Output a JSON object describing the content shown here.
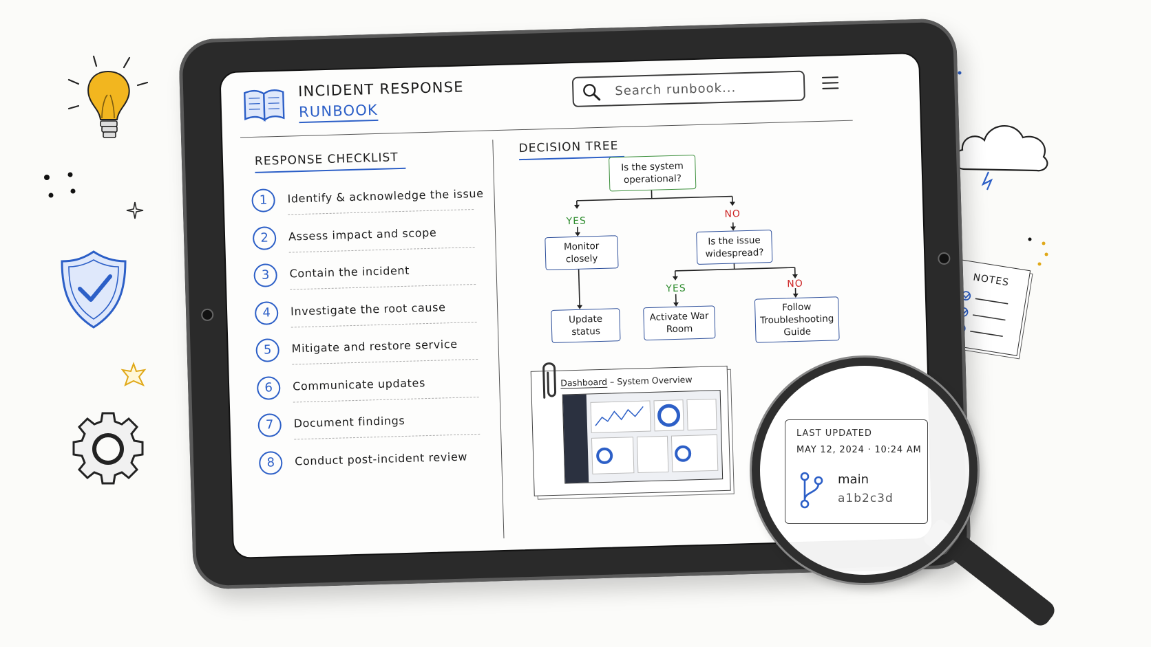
{
  "header": {
    "title_line1": "INCIDENT RESPONSE",
    "title_line2": "RUNBOOK",
    "search_placeholder": "Search runbook..."
  },
  "checklist": {
    "title": "RESPONSE CHECKLIST",
    "items": [
      {
        "num": "1",
        "label": "Identify & acknowledge the issue"
      },
      {
        "num": "2",
        "label": "Assess impact and scope"
      },
      {
        "num": "3",
        "label": "Contain the incident"
      },
      {
        "num": "4",
        "label": "Investigate the root cause"
      },
      {
        "num": "5",
        "label": "Mitigate and restore service"
      },
      {
        "num": "6",
        "label": "Communicate updates"
      },
      {
        "num": "7",
        "label": "Document findings"
      },
      {
        "num": "8",
        "label": "Conduct post-incident review"
      }
    ]
  },
  "decision_tree": {
    "title": "DECISION TREE",
    "root": "Is the system operational?",
    "yes_label": "YES",
    "no_label": "NO",
    "monitor": "Monitor closely",
    "update": "Update status",
    "widespread": "Is the issue widespread?",
    "yes2_label": "YES",
    "no2_label": "NO",
    "war_room": "Activate War Room",
    "follow_guide": "Follow Troubleshooting Guide"
  },
  "dashboard": {
    "title_link": "Dashboard",
    "title_rest": " – System Overview"
  },
  "notes": {
    "title": "NOTES"
  },
  "info": {
    "last_updated_label": "LAST UPDATED",
    "last_updated_value": "MAY 12, 2024  ·  10:24 AM",
    "branch": "main",
    "commit": "a1b2c3d"
  },
  "colors": {
    "accent_blue": "#2c5fc7",
    "yes_green": "#2e8c2e",
    "no_red": "#cc2222",
    "bulb_yellow": "#f2b61f"
  }
}
